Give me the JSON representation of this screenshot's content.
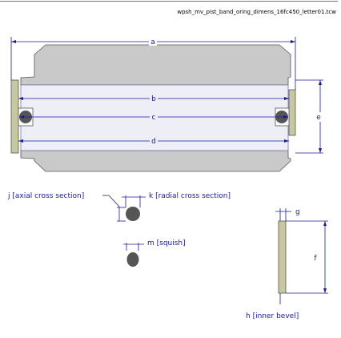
{
  "header": {
    "filename": "wpsh_mv_pist_band_oring_dimens_16fc450_letter01.tcw"
  },
  "dimensions": {
    "a": "a",
    "b": "b",
    "c": "c",
    "d": "d",
    "e": "e",
    "f": "f",
    "g": "g",
    "h": "h  [inner bevel]",
    "j": "j  [axial cross section]",
    "k": "k  [radial cross section]",
    "m": "m  [squish]"
  },
  "colors": {
    "dimension": "#1a1aa0",
    "metal_fill": "#c9c9c9",
    "metal_stroke": "#555555",
    "band_fill": "#c8c8a0",
    "bore_fill": "#eeeef6",
    "oring_fill": "#555555"
  }
}
